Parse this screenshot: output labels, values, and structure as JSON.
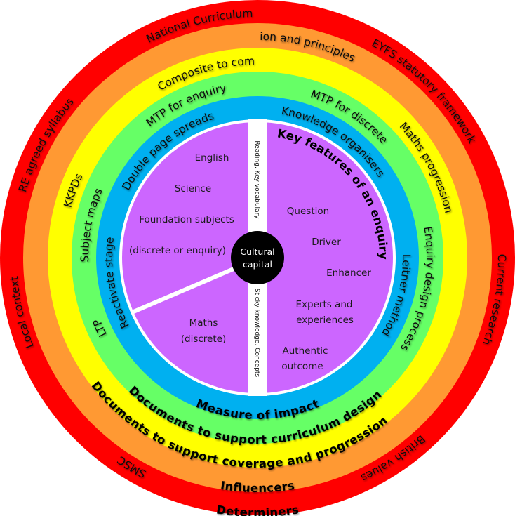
{
  "colors": {
    "red": "#FF0000",
    "orange": "#FF9933",
    "yellow": "#FFFF00",
    "green": "#66FF66",
    "blue": "#00B0F0",
    "purple": "#CC66FF",
    "white": "#FFFFFF",
    "black": "#000000"
  },
  "rings": {
    "determiners": {
      "title": "Determiners",
      "items": [
        "National Curriculum",
        "EYFS statutory framework",
        "Current research",
        "British values",
        "SMSC",
        "Local context",
        "RE agreed syllabus"
      ]
    },
    "influencers": {
      "title": "Influencers",
      "items": [
        "Curriculum vision and principles"
      ]
    },
    "coverage": {
      "title": "Documents to support coverage and progression",
      "items": [
        "Composite to components",
        "Maths progression",
        "KKPDs"
      ]
    },
    "design": {
      "title": "Documents to support curriculum design",
      "items": [
        "MTP for enquiry",
        "MTP for discrete",
        "Enquiry design process",
        "Subject maps",
        "LTP"
      ]
    },
    "impact": {
      "title": "Measure of impact",
      "items": [
        "Double page spreads",
        "Knowledge organisers",
        "Leitner method",
        "Reactivate stage"
      ]
    }
  },
  "core": {
    "left_upper": [
      "English",
      "Science",
      "Foundation subjects",
      "(discrete or enquiry)"
    ],
    "left_lower": [
      "Maths",
      "(discrete)"
    ],
    "right_title": "Key features of an enquiry",
    "right_items": [
      "Question",
      "Driver",
      "Enhancer",
      "Experts and",
      "experiences",
      "Authentic",
      "outcome"
    ],
    "top_bar": "Reading, Key vocabulary",
    "bottom_bar": "Sticky knowledge, Concepts",
    "center": [
      "Cultural",
      "capital"
    ]
  }
}
